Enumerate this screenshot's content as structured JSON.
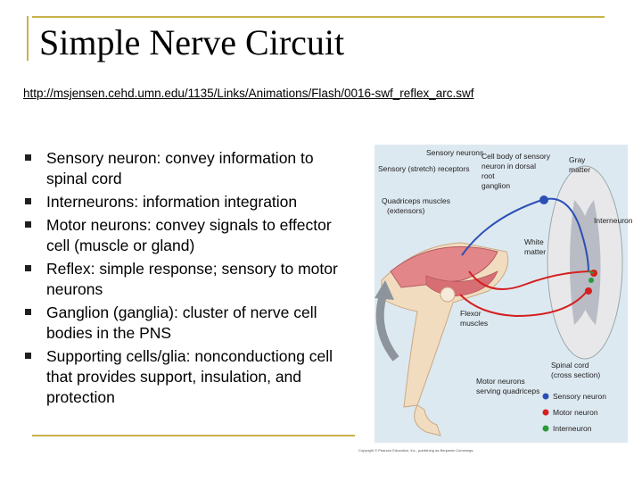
{
  "title": "Simple Nerve Circuit",
  "url": "http://msjensen.cehd.umn.edu/1135/Links/Animations/Flash/0016-swf_reflex_arc.swf",
  "bullets": [
    "Sensory neuron: convey information to spinal cord",
    "Interneurons: information integration",
    "Motor neurons: convey signals to effector cell (muscle or gland)",
    "Reflex:  simple response; sensory to motor neurons",
    "Ganglion (ganglia): cluster of nerve cell bodies in the PNS",
    "Supporting cells/glia: nonconductiong cell that provides support, insulation, and protection"
  ],
  "figure": {
    "labels": {
      "sensory_neurons": "Sensory neurons",
      "receptors": "Sensory (stretch) receptors",
      "cell_body_1": "Cell body of sensory",
      "cell_body_2": "neuron in dorsal",
      "cell_body_3": "root",
      "cell_body_4": "ganglion",
      "gray_1": "Gray",
      "gray_2": "matter",
      "quad_1": "Quadriceps muscles",
      "quad_2": "(extensors)",
      "interneuron_label": "Interneuron",
      "white_1": "White",
      "white_2": "matter",
      "flexor_1": "Flexor",
      "flexor_2": "muscles",
      "spinal_1": "Spinal cord",
      "spinal_2": "(cross section)",
      "motor_1": "Motor neurons",
      "motor_2": "serving quadriceps"
    },
    "legend": [
      "Sensory neuron",
      "Motor neuron",
      "Interneuron"
    ],
    "legend_colors": [
      "#2c4fb5",
      "#d42020",
      "#2a9a3a"
    ],
    "copyright": "Copyright © Pearson Education, Inc., publishing as Benjamin Cummings."
  }
}
